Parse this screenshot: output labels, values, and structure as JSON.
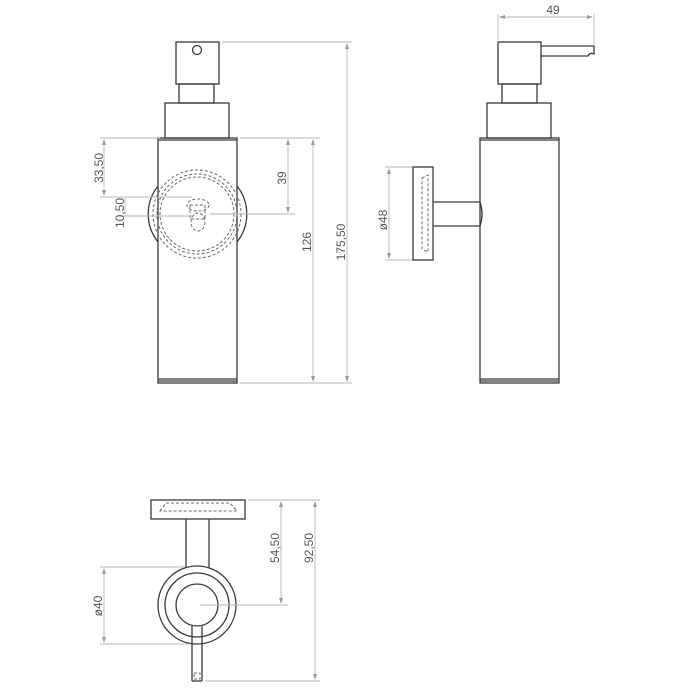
{
  "drawing": {
    "subject": "Wall-mounted soap dispenser technical drawing",
    "views": [
      {
        "name": "front-view"
      },
      {
        "name": "side-view"
      },
      {
        "name": "top-view"
      }
    ]
  },
  "dimensions": {
    "front": {
      "d_33_50": "33,50",
      "d_10_50": "10,50",
      "d_39": "39",
      "d_126": "126",
      "d_175_50": "175,50"
    },
    "side": {
      "d_49": "49",
      "d_o48": "ø48"
    },
    "top": {
      "d_54_50": "54,50",
      "d_92_50": "92,50",
      "d_o40": "ø40"
    }
  },
  "colors": {
    "line": "#3a3a3a",
    "dimension": "#b5b5b5",
    "text": "#555555"
  }
}
